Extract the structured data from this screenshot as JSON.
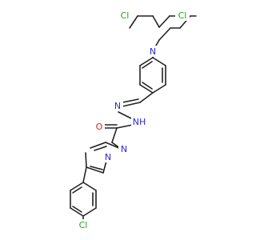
{
  "colors": {
    "background": "#ffffff",
    "bond": "#222222",
    "carbon": "#222222",
    "nitrogen": "#2a2ad6",
    "oxygen": "#e02020",
    "chlorine": "#1fa31f"
  },
  "labels": {
    "cl_left": "Cl",
    "cl_right": "Cl",
    "n_amine": "N",
    "n_imine": "N",
    "nh_hydrazide": "NH",
    "o_carbonyl": "O",
    "n_imidazole_1": "N",
    "n_imidazole_3": "N",
    "cl_bottom": "Cl"
  }
}
